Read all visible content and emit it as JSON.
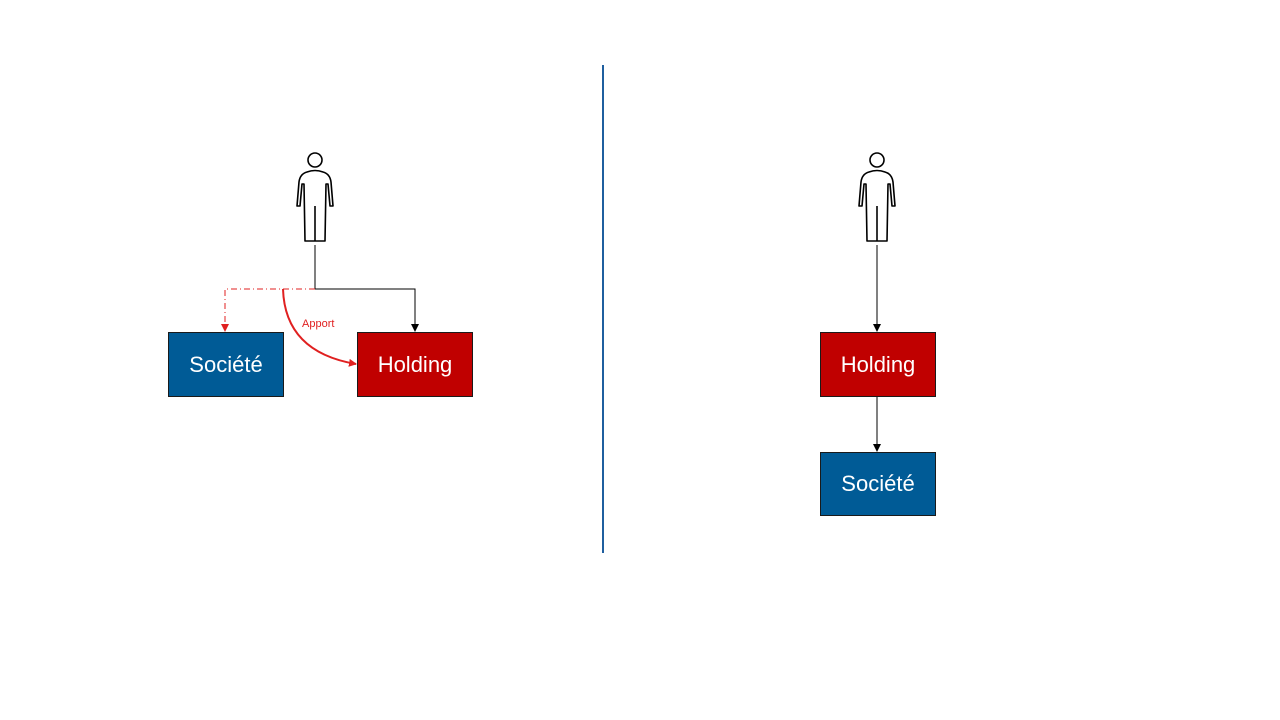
{
  "colors": {
    "societe_fill": "#005b96",
    "holding_fill": "#c00000",
    "divider": "#1f5f9f",
    "apport_arrow": "#e02020",
    "connector": "#000000"
  },
  "left_panel": {
    "person_icon": "person-icon",
    "societe_label": "Société",
    "holding_label": "Holding",
    "apport_label": "Apport"
  },
  "right_panel": {
    "person_icon": "person-icon",
    "holding_label": "Holding",
    "societe_label": "Société"
  }
}
